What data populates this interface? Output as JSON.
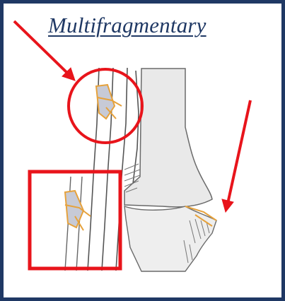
{
  "title": "Multifragmentary",
  "colors": {
    "frame": "#1f3864",
    "title": "#1f3864",
    "annotation": "#e8141b",
    "fracture_line": "#e6a23c",
    "bone_fill": "#e9e9e9",
    "fragment_fill": "#c7cad6",
    "outline": "#5a5a5a"
  },
  "annotations": [
    {
      "shape": "arrow",
      "points_to": "upper-fragment"
    },
    {
      "shape": "circle",
      "marks": "upper-fragment"
    },
    {
      "shape": "rectangle",
      "marks": "lower-fragment"
    },
    {
      "shape": "arrow",
      "points_to": "talus-fragment"
    }
  ]
}
